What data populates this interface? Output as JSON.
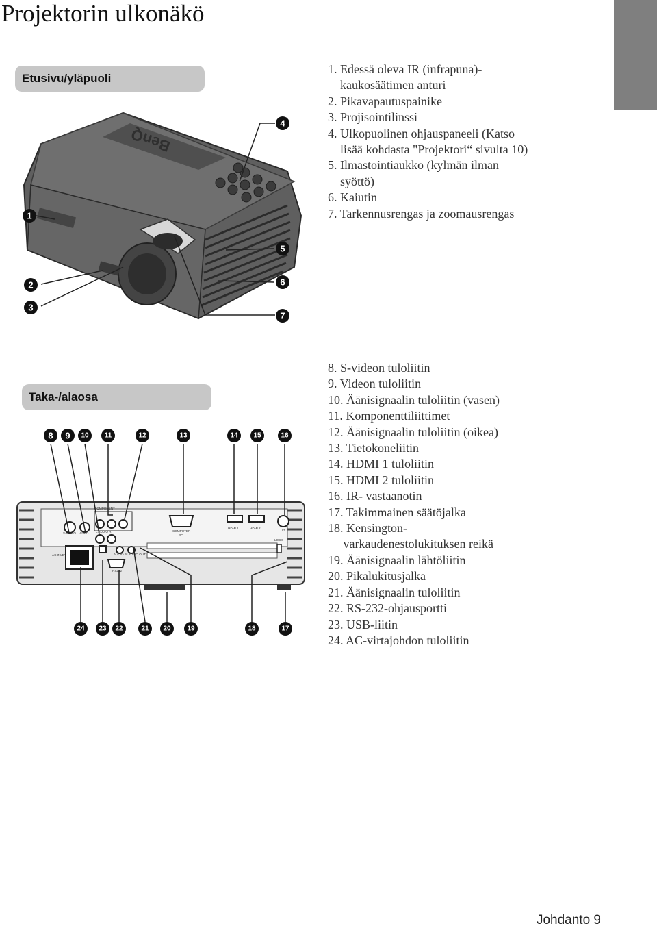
{
  "page": {
    "title": "Projektorin ulkonäkö",
    "footer": "Johdanto 9"
  },
  "front": {
    "label": "Etusivu/yläpuoli",
    "items": [
      "1. Edessä oleva IR (infrapuna)-",
      "    kaukosäätimen anturi",
      "2. Pikavapautuspainike",
      "3. Projisointilinssi",
      "4. Ulkopuolinen ohjauspaneeli (Katso",
      "    lisää kohdasta \"Projektori“ sivulta 10)",
      "5. Ilmastointiaukko (kylmän ilman",
      "    syöttö)",
      "6. Kaiutin",
      "7. Tarkennusrengas ja zoomausrengas"
    ],
    "brand_text": "BenQ",
    "callouts": [
      "1",
      "2",
      "3",
      "4",
      "5",
      "6",
      "7"
    ]
  },
  "rear": {
    "label": "Taka-/alaosa",
    "items": [
      "8. S-videon tuloliitin",
      "9. Videon tuloliitin",
      "10. Äänisignaalin tuloliitin (vasen)",
      "11. Komponenttiliittimet",
      "12. Äänisignaalin tuloliitin (oikea)",
      "13. Tietokoneliitin",
      "14. HDMI 1 tuloliitin",
      "15. HDMI 2 tuloliitin",
      "16. IR- vastaanotin",
      "17. Takimmainen säätöjalka",
      "18. Kensington-",
      "     varkaudenestolukituksen reikä",
      "19. Äänisignaalin lähtöliitin",
      "20. Pikalukitusjalka",
      "21. Äänisignaalin tuloliitin",
      "22. RS-232-ohjausportti",
      "23. USB-liitin",
      "24. AC-virtajohdon tuloliitin"
    ],
    "callouts_top": [
      "8",
      "9",
      "10",
      "11",
      "12",
      "13",
      "14",
      "15",
      "16"
    ],
    "callouts_bottom": [
      "24",
      "23",
      "22",
      "21",
      "20",
      "19",
      "18",
      "17"
    ],
    "panel_labels": {
      "component": "COMPONENT",
      "svideo": "S-VIDEO",
      "video": "VIDEO",
      "audio_l_r": "L  AUDIO  R",
      "computer": "COMPUTER",
      "pc": "PC",
      "hdmi1": "HDMI 1",
      "hdmi2": "HDMI 2",
      "ir": "IR",
      "lock": "LOCK",
      "ac_inlet": "AC INLET",
      "audio_in_out": "AUDIO IN   AUDIO OUT",
      "rs232": "RS232"
    }
  },
  "colors": {
    "section_label_bg": "#c7c7c7",
    "side_tab": "#7f7f7f",
    "callout": "#111111",
    "projector_body": "#5f5f5f"
  }
}
